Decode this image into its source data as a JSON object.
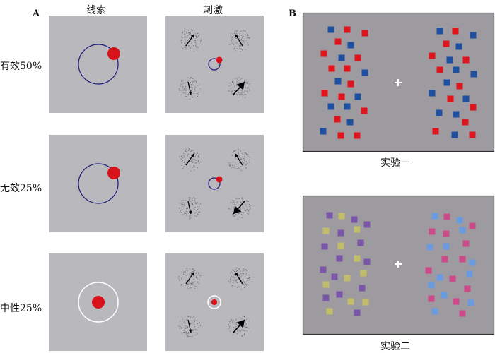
{
  "panel_a": {
    "label": "A",
    "columns": [
      "线索",
      "刺激"
    ],
    "rows": [
      {
        "label": "有效50%",
        "cue_type": "valid"
      },
      {
        "label": "无效25%",
        "cue_type": "invalid"
      },
      {
        "label": "中性25%",
        "cue_type": "neutral"
      }
    ]
  },
  "panel_b": {
    "label": "B",
    "experiments": [
      {
        "caption": "实验一",
        "left_colors": [
          "#1f4fa0",
          "#e0141c"
        ],
        "right_colors": [
          "#1f4fa0",
          "#e0141c"
        ]
      },
      {
        "caption": "实验二",
        "left_colors": [
          "#7a55a8",
          "#c2bd6a"
        ],
        "right_colors": [
          "#6a9ae0",
          "#cc4a8a"
        ]
      }
    ],
    "fixation": "+"
  },
  "colors": {
    "panel_bg": "#b9b8bd",
    "display_bg": "#9d9b9f",
    "cue_red": "#d8121b",
    "cue_ring": "#1c1a7a"
  }
}
